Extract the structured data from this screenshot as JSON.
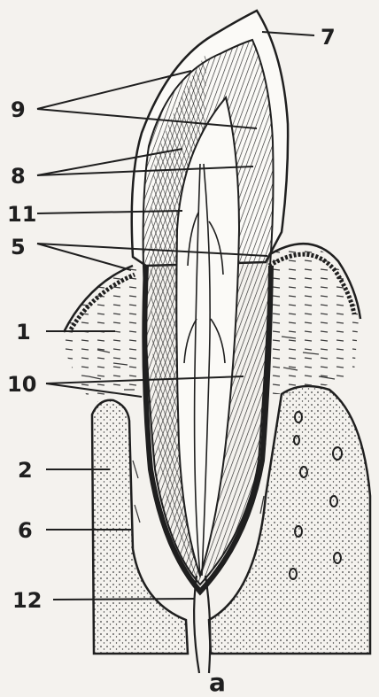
{
  "figure": {
    "caption": "a",
    "labels": {
      "l1": "1",
      "l2": "2",
      "l5": "5",
      "l6": "6",
      "l7": "7",
      "l8": "8",
      "l9": "9",
      "l10": "10",
      "l11": "11",
      "l12": "12"
    }
  },
  "colors": {
    "ink": "#1f1f1f",
    "paper": "#f4f2ee",
    "bone": "#ece8e0",
    "dentin": "#cfcac2"
  }
}
